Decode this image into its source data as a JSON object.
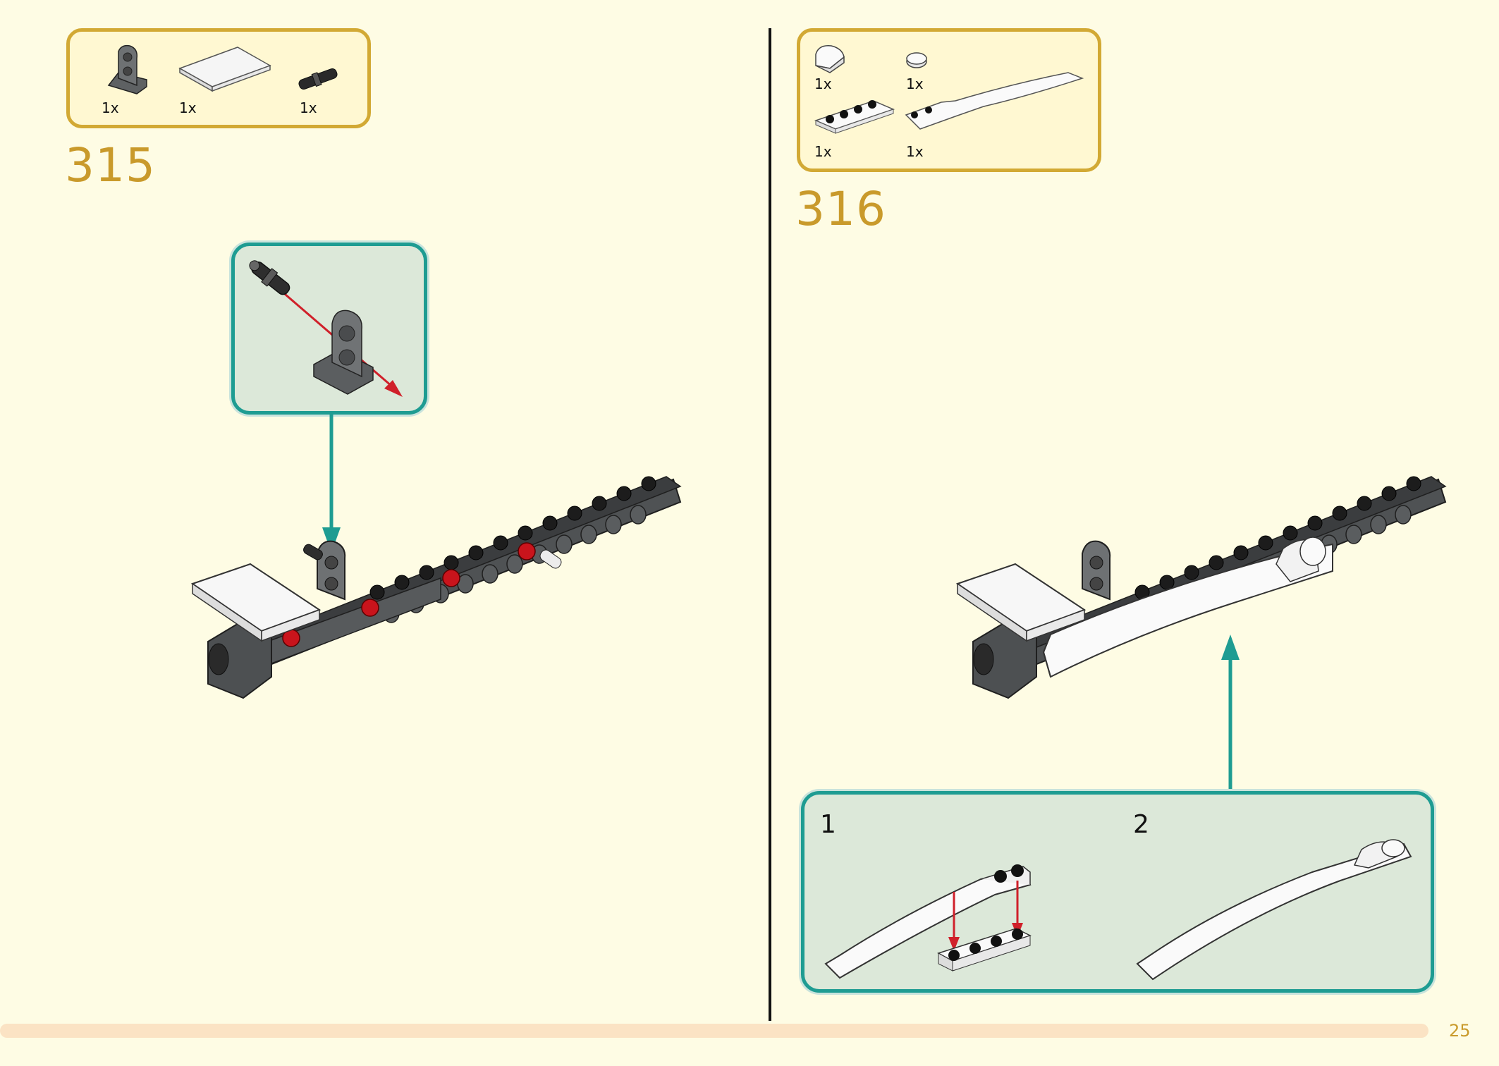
{
  "page": {
    "number": "25"
  },
  "colors": {
    "accent_gold": "#c99a2b",
    "box_border": "#d2a934",
    "callout_teal": "#1e9c92",
    "arrow_red": "#d0202a",
    "background": "#fefce4"
  },
  "step_315": {
    "number": "315",
    "parts": [
      {
        "name": "dark-grey-pin-connector-block",
        "qty": "1x"
      },
      {
        "name": "white-tile",
        "qty": "1x"
      },
      {
        "name": "black-pin",
        "qty": "1x"
      }
    ]
  },
  "step_316": {
    "number": "316",
    "parts": [
      {
        "name": "white-curved-slope",
        "qty": "1x"
      },
      {
        "name": "white-round-tile",
        "qty": "1x"
      },
      {
        "name": "white-plate-1x4",
        "qty": "1x"
      },
      {
        "name": "white-curved-wedge",
        "qty": "1x"
      }
    ],
    "substeps": [
      {
        "label": "1"
      },
      {
        "label": "2"
      }
    ]
  }
}
